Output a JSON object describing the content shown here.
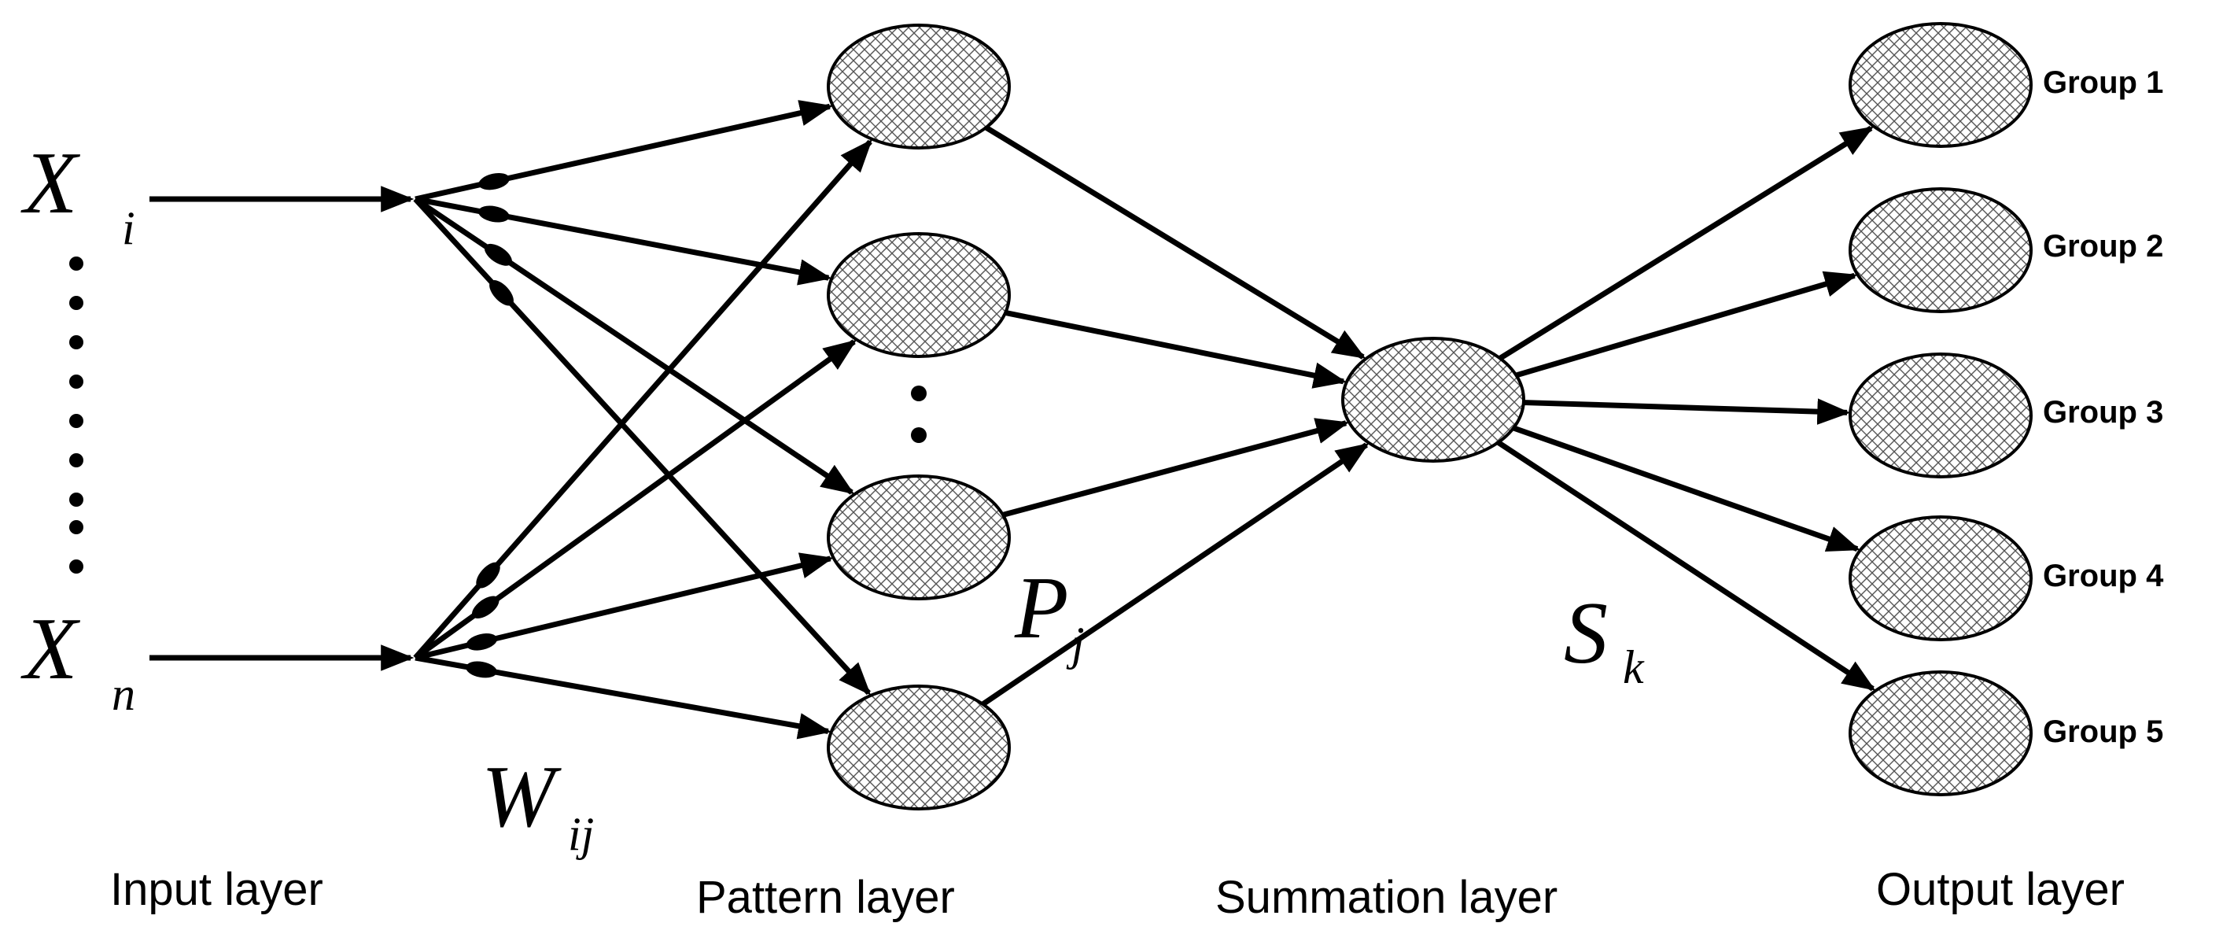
{
  "inputs": {
    "first": {
      "symbol": "X",
      "subscript": "i"
    },
    "last": {
      "symbol": "X",
      "subscript": "n"
    }
  },
  "weights": {
    "symbol": "W",
    "subscript": "ij"
  },
  "pattern": {
    "symbol": "P",
    "subscript": "j"
  },
  "summation": {
    "symbol": "S",
    "subscript": "k"
  },
  "outputs": [
    "Group 1",
    "Group 2",
    "Group 3",
    "Group 4",
    "Group 5"
  ],
  "layers": {
    "input": "Input layer",
    "pattern": "Pattern layer",
    "summation": "Summation layer",
    "output": "Output layer"
  }
}
